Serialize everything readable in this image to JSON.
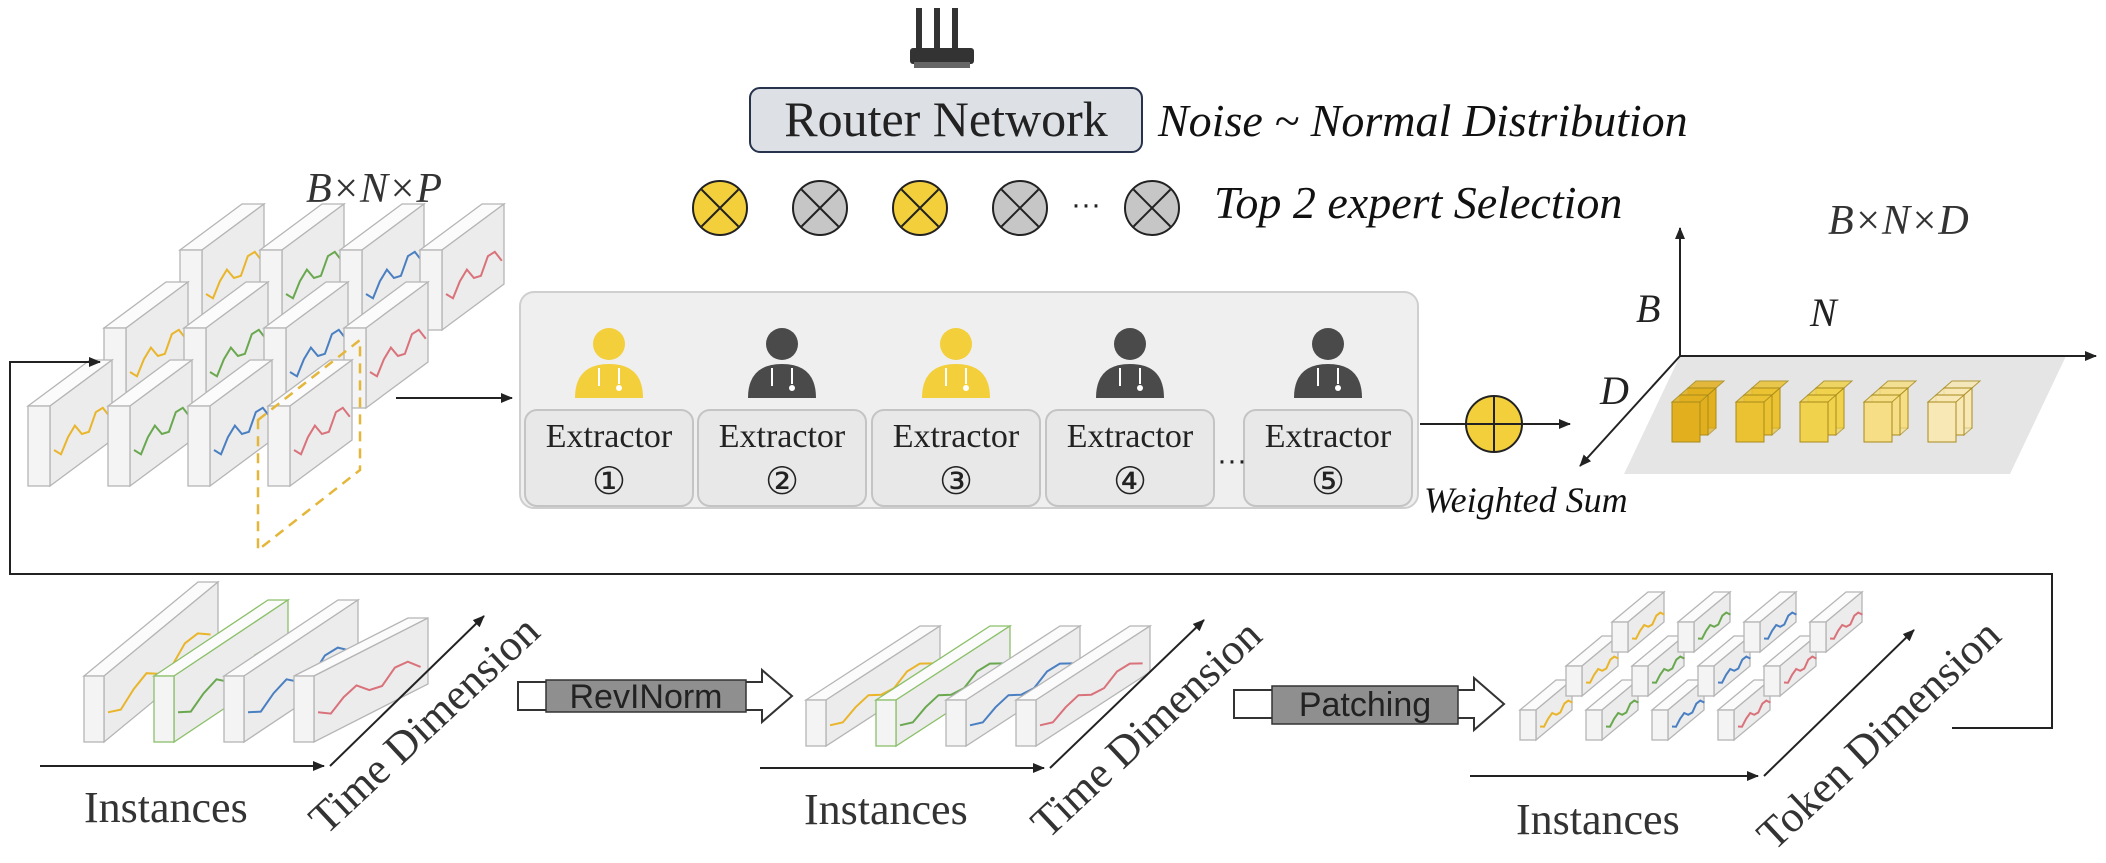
{
  "router": {
    "label": "Router Network",
    "noise_label": "Noise ~ Normal Distribution"
  },
  "selection": {
    "label": "Top 2 expert Selection",
    "ellipsis": "···",
    "gates": [
      {
        "state": "selected"
      },
      {
        "state": "unselected"
      },
      {
        "state": "selected"
      },
      {
        "state": "unselected"
      },
      {
        "state": "unselected"
      }
    ]
  },
  "shapes": {
    "input": "B×N×P",
    "output": "B×N×D"
  },
  "axes": {
    "b": "B",
    "n": "N",
    "d": "D"
  },
  "experts": {
    "ellipsis": "···",
    "items": [
      {
        "label": "Extractor",
        "num": "①",
        "active": true
      },
      {
        "label": "Extractor",
        "num": "②",
        "active": false
      },
      {
        "label": "Extractor",
        "num": "③",
        "active": true
      },
      {
        "label": "Extractor",
        "num": "④",
        "active": false
      },
      {
        "label": "Extractor",
        "num": "⑤",
        "active": false
      }
    ]
  },
  "weighted_sum": "Weighted Sum",
  "pipeline": {
    "stage1": {
      "x_label": "Instances",
      "diag_label": "Time Dimension"
    },
    "op1": "RevINorm",
    "stage2": {
      "x_label": "Instances",
      "diag_label": "Time Dimension"
    },
    "op2": "Patching",
    "stage3": {
      "x_label": "Instances",
      "diag_label": "Token Dimension"
    }
  },
  "colors": {
    "selected": "#f3cf3b",
    "unselected": "#c6c6c6",
    "expert_active": "#f3cf3b",
    "expert_inactive": "#4a4a4a",
    "panel": "#efefef",
    "series": [
      "#e9b52a",
      "#6aa84f",
      "#4a7fc1",
      "#d9727a"
    ],
    "tokens": [
      "#e2b01f",
      "#eac232",
      "#f0d24d",
      "#f5de85",
      "#f7e8b6"
    ]
  }
}
